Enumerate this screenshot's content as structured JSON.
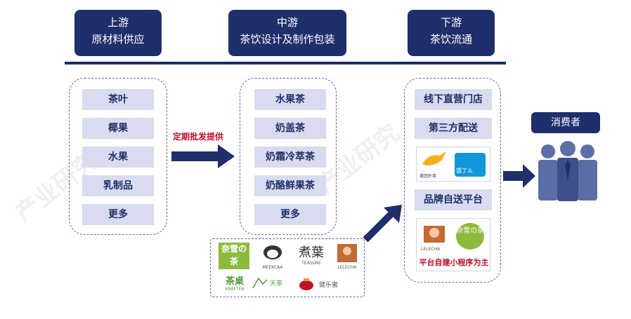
{
  "stages": [
    {
      "title": "上游",
      "subtitle": "原材料供应"
    },
    {
      "title": "中游",
      "subtitle": "茶饮设计及制作包装"
    },
    {
      "title": "下游",
      "subtitle": "茶饮流通"
    }
  ],
  "upstream_items": [
    "茶叶",
    "椰果",
    "水果",
    "乳制品",
    "更多"
  ],
  "midstream_items": [
    "水果茶",
    "奶盖茶",
    "奶霜冷萃茶",
    "奶酪鲜果茶",
    "更多"
  ],
  "arrow_label": "定期批发提供",
  "downstream": {
    "offline": "线下直营门店",
    "third_party": "第三方配送",
    "delivery_logos": [
      "美团外卖",
      "饿了么"
    ],
    "brand_platform": "品牌自送平台",
    "brand_logos": [
      "LELECHA",
      "奈雪の茶"
    ],
    "mini_program": "平台自建小程序为主"
  },
  "consumer": "消费者",
  "brand_logos": [
    "奈雪の茶",
    "MEEKCAA",
    "煮葉",
    "TEASURE",
    "LELECHA",
    "茶桌",
    "KRAFTEA",
    "天茶",
    "健乐蜜"
  ],
  "watermark": "产业研究",
  "colors": {
    "navy": "#1f2f6b",
    "item_bg": "#d9dcef",
    "red": "#c0122c"
  }
}
